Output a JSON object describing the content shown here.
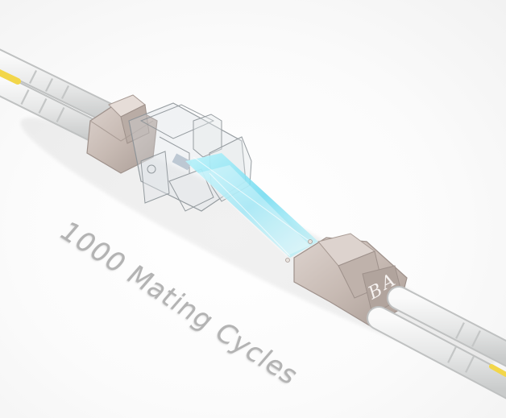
{
  "caption": "1000 Mating Cycles",
  "polarity_marks": {
    "a": "A",
    "b": "B"
  },
  "colors": {
    "cable_jacket": "#e9eaea",
    "fiber_core": "#f2d64a",
    "connector_body": "#c9bdb6",
    "adapter_clear": "#d6dde1",
    "light_beam": "#7fe3f2",
    "caption_text": "#b3b3b3"
  }
}
